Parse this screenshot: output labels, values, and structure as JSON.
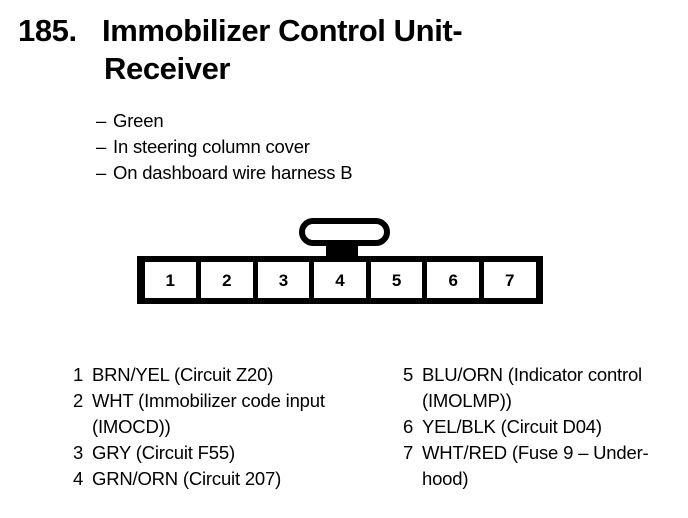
{
  "title": {
    "number": "185.",
    "line1": "Immobilizer Control Unit-",
    "line2": "Receiver"
  },
  "details": {
    "dash": "–",
    "items": [
      {
        "text": "Green"
      },
      {
        "text": "In steering column cover"
      },
      {
        "text": "On dashboard wire harness B"
      }
    ]
  },
  "connector": {
    "pin_count": 7,
    "pins": [
      {
        "number": "1"
      },
      {
        "number": "2"
      },
      {
        "number": "3"
      },
      {
        "number": "4"
      },
      {
        "number": "5"
      },
      {
        "number": "6"
      },
      {
        "number": "7"
      }
    ]
  },
  "legend": {
    "left": [
      {
        "number": "1",
        "label": "BRN/YEL (Circuit Z20)"
      },
      {
        "number": "2",
        "label": "WHT (Immobilizer code input (IMOCD))"
      },
      {
        "number": "3",
        "label": "GRY (Circuit F55)"
      },
      {
        "number": "4",
        "label": "GRN/ORN (Circuit 207)"
      }
    ],
    "right": [
      {
        "number": "5",
        "label": "BLU/ORN (Indicator control (IMOLMP))"
      },
      {
        "number": "6",
        "label": "YEL/BLK (Circuit D04)"
      },
      {
        "number": "7",
        "label": "WHT/RED (Fuse 9 – Under-hood)"
      }
    ]
  },
  "colors": {
    "ink": "#000000",
    "paper": "#ffffff"
  }
}
